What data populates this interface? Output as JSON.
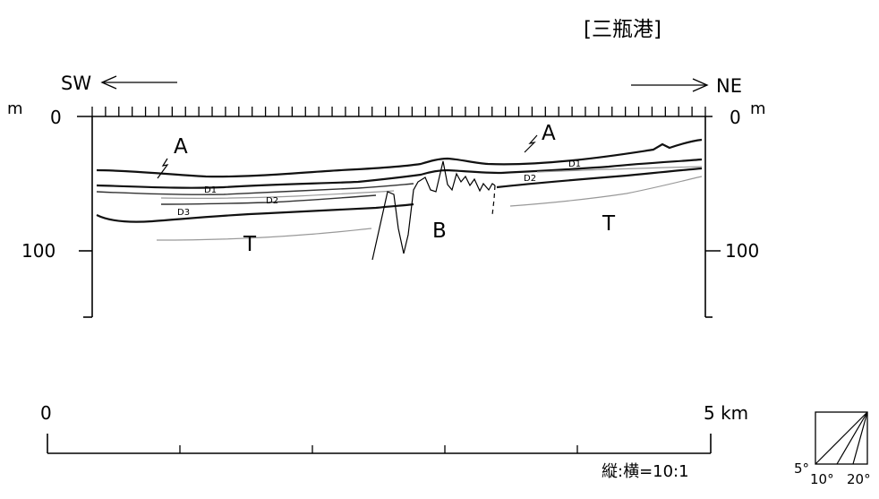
{
  "title": "[三瓶港]",
  "direction": {
    "left": "SW",
    "right": "NE"
  },
  "vertical_axis": {
    "unit": "m",
    "left_ticks": [
      "0",
      "100"
    ],
    "right_ticks": [
      "0",
      "100"
    ]
  },
  "horizontal_scale": {
    "start": "0",
    "end": "5 km",
    "ratio": "縦:横=10:1"
  },
  "units": {
    "labels": [
      "A",
      "A",
      "B",
      "T",
      "T",
      "D1",
      "D1",
      "D2",
      "D2",
      "D3"
    ]
  },
  "dip_legend": {
    "angles": [
      "5°",
      "10°",
      "20°"
    ]
  }
}
